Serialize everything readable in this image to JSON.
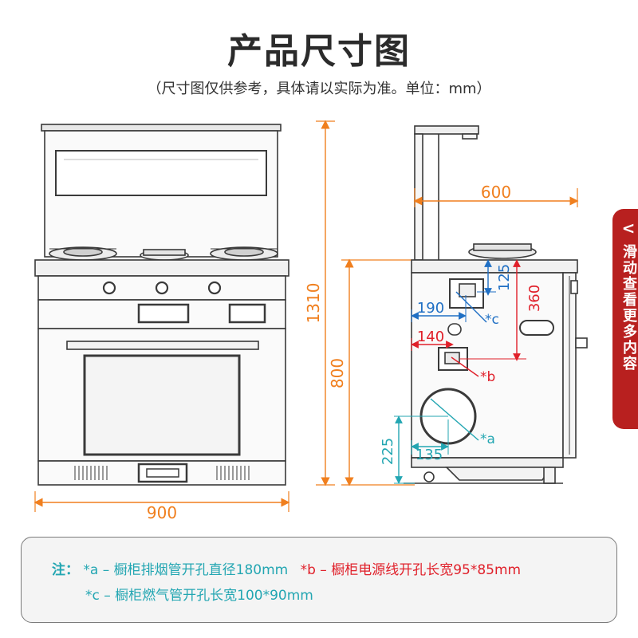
{
  "header": {
    "title": "产品尺寸图",
    "subtitle": "（尺寸图仅供参考，具体请以实际为准。单位：mm）"
  },
  "dimensions": {
    "width": "900",
    "height_total": "1310",
    "height_counter": "800",
    "depth": "600",
    "burner_to_gas": "125",
    "burner_to_power": "360",
    "gas_offset": "190",
    "power_offset": "140",
    "exhaust_height": "225",
    "exhaust_offset": "135"
  },
  "markers": {
    "a": "*a",
    "b": "*b",
    "c": "*c"
  },
  "side_tab": {
    "chevron": "<",
    "label": "滑动查看更多内容"
  },
  "notes": {
    "prefix": "注：",
    "a": "*a – 橱柜排烟管开孔直径180mm",
    "b": "*b – 橱柜电源线开孔长宽95*85mm",
    "c": "*c – 橱柜燃气管开孔长宽100*90mm"
  },
  "colors": {
    "orange": "#f07f1e",
    "blue": "#1f6fc4",
    "red": "#e0202a",
    "teal": "#23a6b2",
    "outline": "#3a3a3a"
  }
}
